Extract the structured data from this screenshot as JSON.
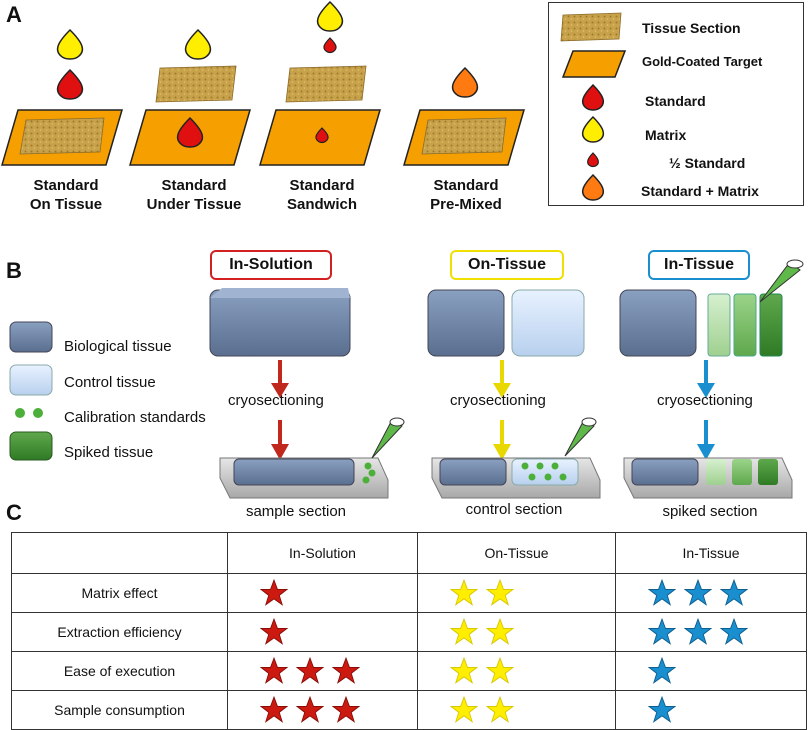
{
  "panels": {
    "a": "A",
    "b": "B",
    "c": "C"
  },
  "panel_a": {
    "configurations": [
      {
        "label": "Standard\nOn Tissue"
      },
      {
        "label": "Standard\nUnder Tissue"
      },
      {
        "label": "Standard\nSandwich"
      },
      {
        "label": "Standard\nPre-Mixed"
      }
    ],
    "legend": [
      {
        "label": "Tissue Section",
        "icon": "tissue-section-icon"
      },
      {
        "label": "Gold-Coated Target",
        "icon": "gold-target-icon"
      },
      {
        "label": "Standard",
        "icon": "standard-drop-icon"
      },
      {
        "label": "Matrix",
        "icon": "matrix-drop-icon"
      },
      {
        "label": "½ Standard",
        "icon": "half-standard-drop-icon"
      },
      {
        "label": "Standard + Matrix",
        "icon": "standard-matrix-drop-icon"
      }
    ],
    "colors": {
      "target": "#f5a000",
      "standard": "#e01010",
      "matrix": "#ffee00",
      "mixed": "#ff7a10",
      "tissue": "#c8a24a"
    }
  },
  "panel_b": {
    "legend": [
      {
        "label": "Biological tissue",
        "icon": "biological-tissue-icon"
      },
      {
        "label": "Control tissue",
        "icon": "control-tissue-icon"
      },
      {
        "label": "Calibration standards",
        "icon": "calibration-standards-icon"
      },
      {
        "label": "Spiked tissue",
        "icon": "spiked-tissue-icon"
      }
    ],
    "methods": [
      {
        "title": "In-Solution",
        "step": "cryosectioning",
        "section": "sample section",
        "color": "#d32020"
      },
      {
        "title": "On-Tissue",
        "step": "cryosectioning",
        "section": "control section",
        "color": "#f0e000"
      },
      {
        "title": "In-Tissue",
        "step": "cryosectioning",
        "section": "spiked section",
        "color": "#1a8fd0"
      }
    ]
  },
  "panel_c": {
    "columns": [
      "",
      "In-Solution",
      "On-Tissue",
      "In-Tissue"
    ],
    "rows": [
      {
        "label": "Matrix effect",
        "ratings": [
          1,
          2,
          3
        ]
      },
      {
        "label": "Extraction efficiency",
        "ratings": [
          1,
          2,
          3
        ]
      },
      {
        "label": "Ease of execution",
        "ratings": [
          3,
          2,
          1
        ]
      },
      {
        "label": "Sample consumption",
        "ratings": [
          3,
          2,
          1
        ]
      }
    ],
    "star_colors": [
      "#cc1a10",
      "#ffee00",
      "#1a8fd0"
    ]
  }
}
